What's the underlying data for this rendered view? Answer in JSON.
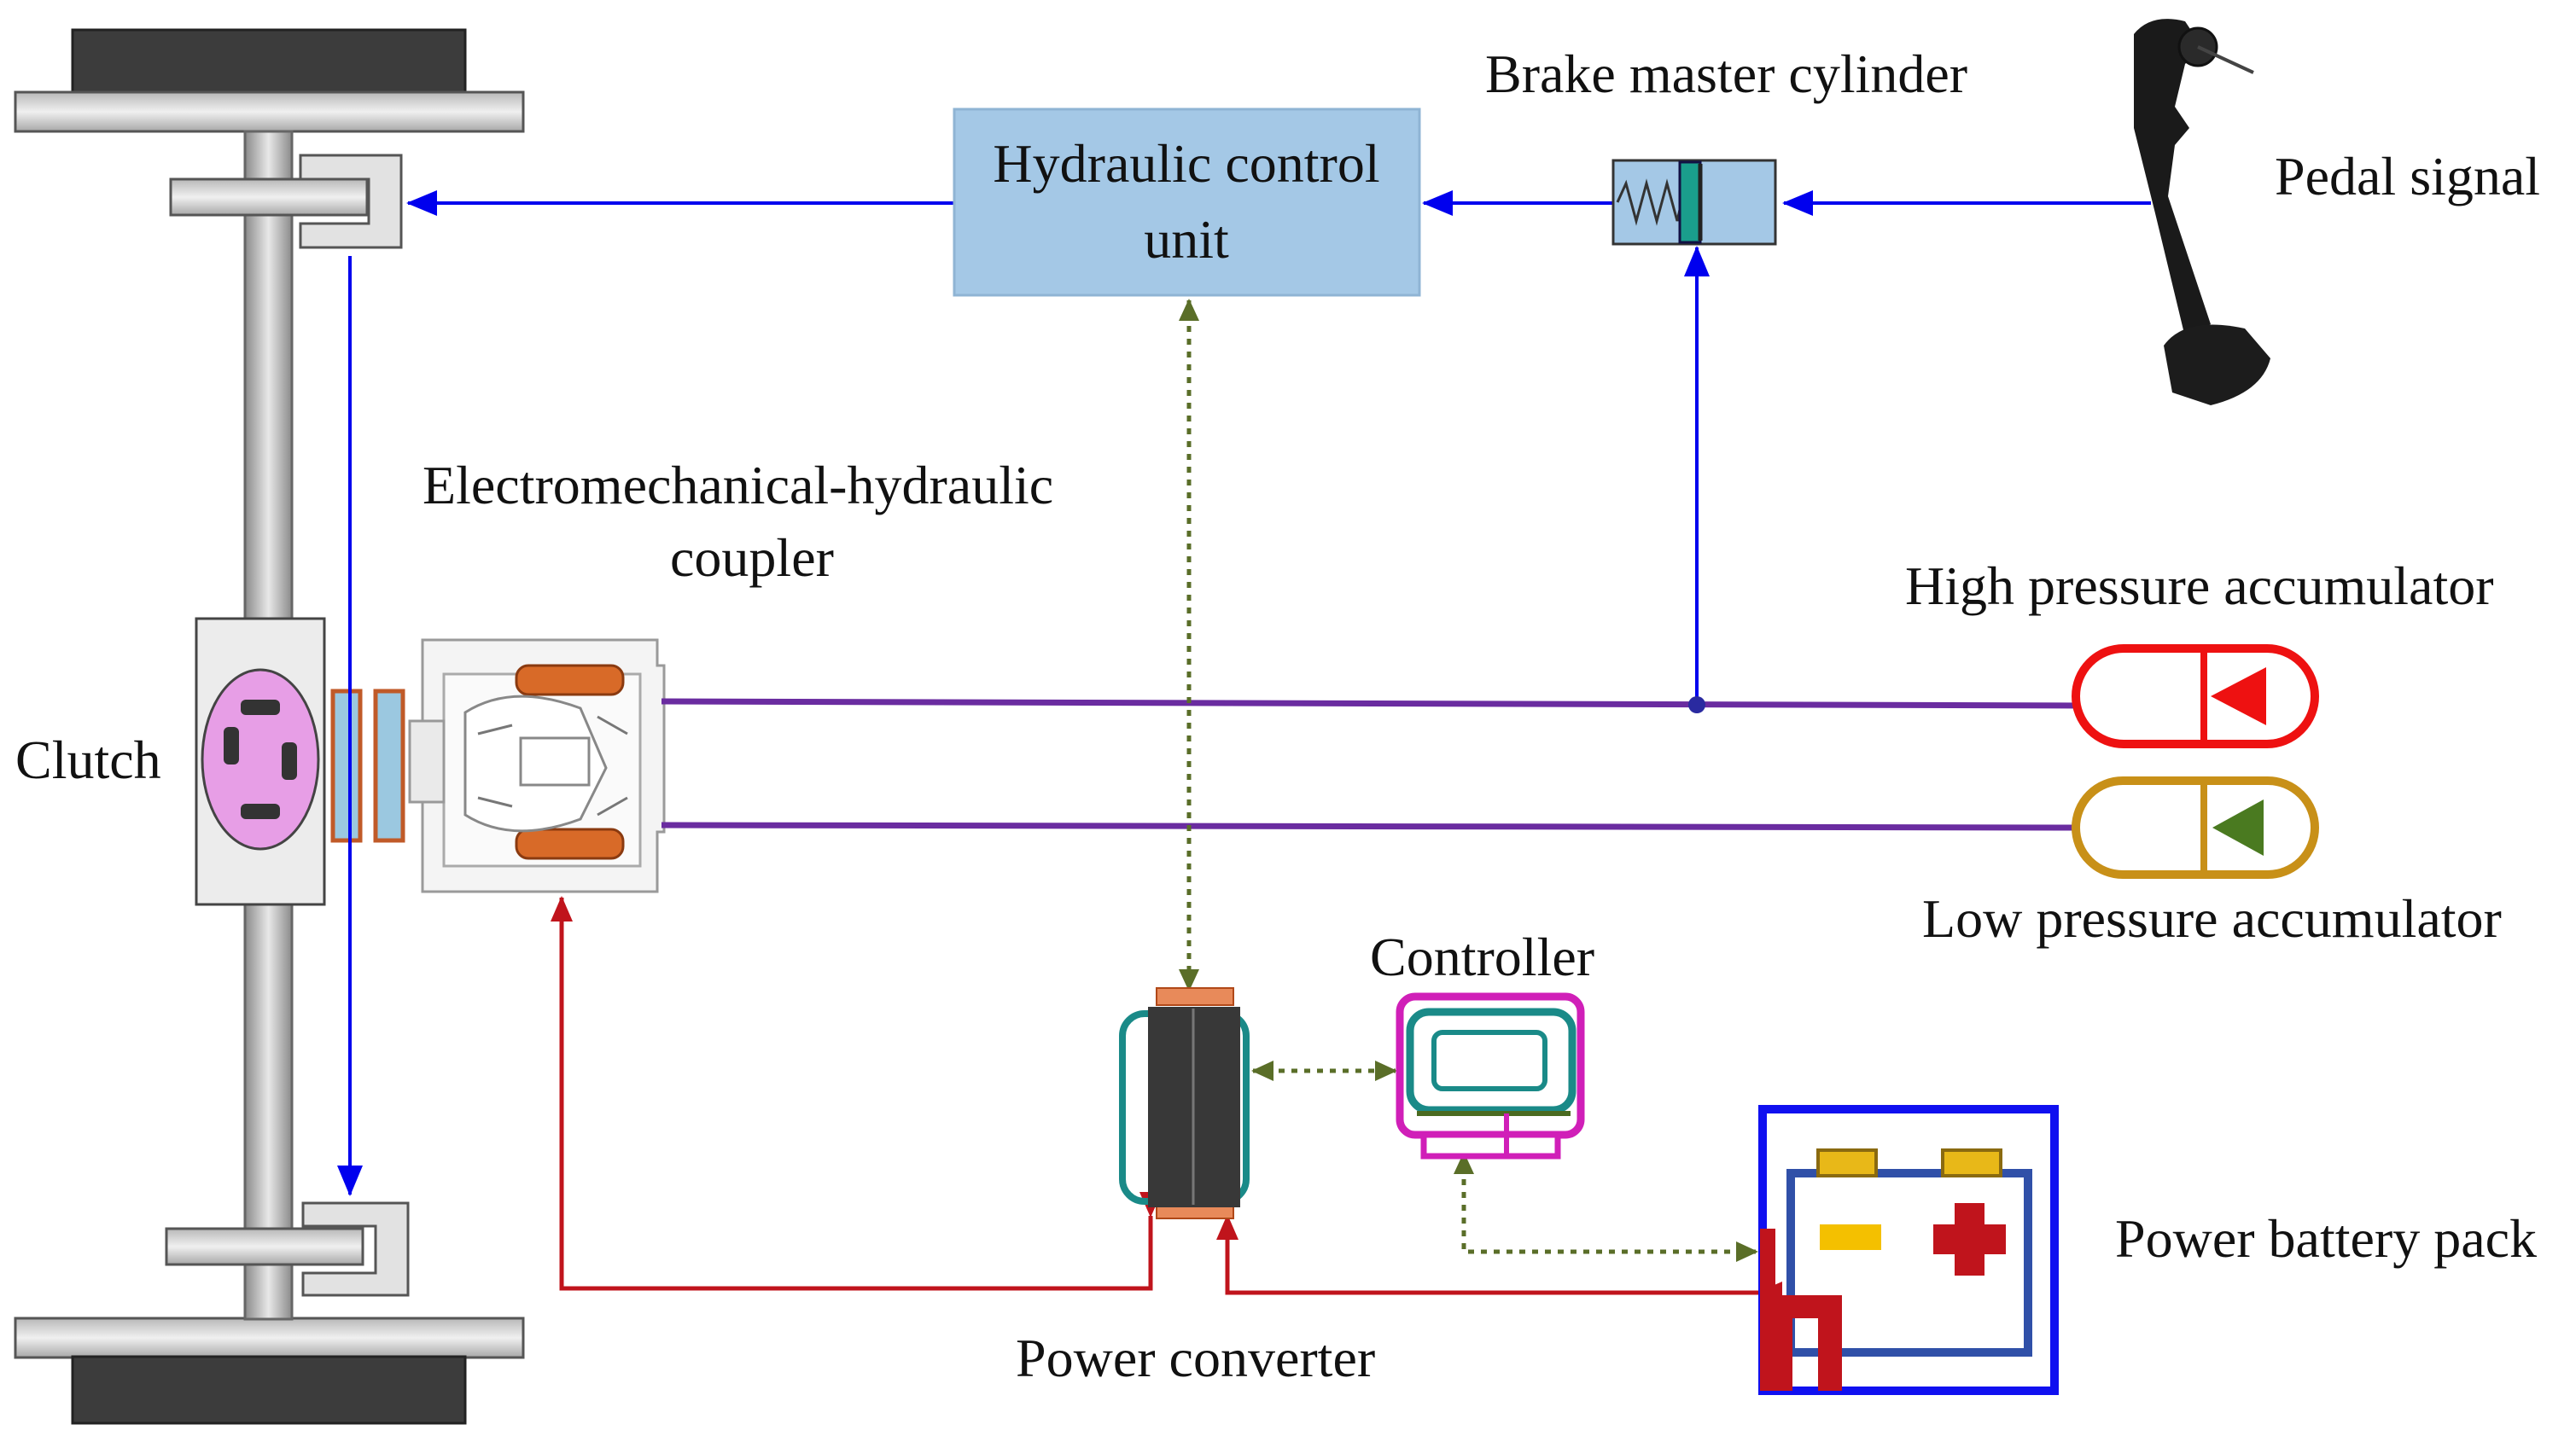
{
  "labels": {
    "brake_master_cylinder": "Brake master cylinder",
    "pedal_signal": "Pedal signal",
    "hydraulic_control_unit_line1": "Hydraulic control",
    "hydraulic_control_unit_line2": "unit",
    "coupler_line1": "Electromechanical-hydraulic",
    "coupler_line2": "coupler",
    "clutch": "Clutch",
    "high_pressure_accumulator": "High pressure accumulator",
    "low_pressure_accumulator": "Low pressure accumulator",
    "controller": "Controller",
    "power_converter": "Power converter",
    "power_battery_pack": "Power battery pack"
  },
  "colors": {
    "hydraulic_signal": "#0000ee",
    "electric_power": "#c0141c",
    "control_signal": "#5a6e28",
    "oil_line": "#6a2ca0",
    "hcu_fill": "#a4c8e6",
    "high_accumulator": "#ee1111",
    "low_accumulator": "#c89018",
    "controller": "#d01fb8",
    "battery_frame": "#1010f0"
  }
}
